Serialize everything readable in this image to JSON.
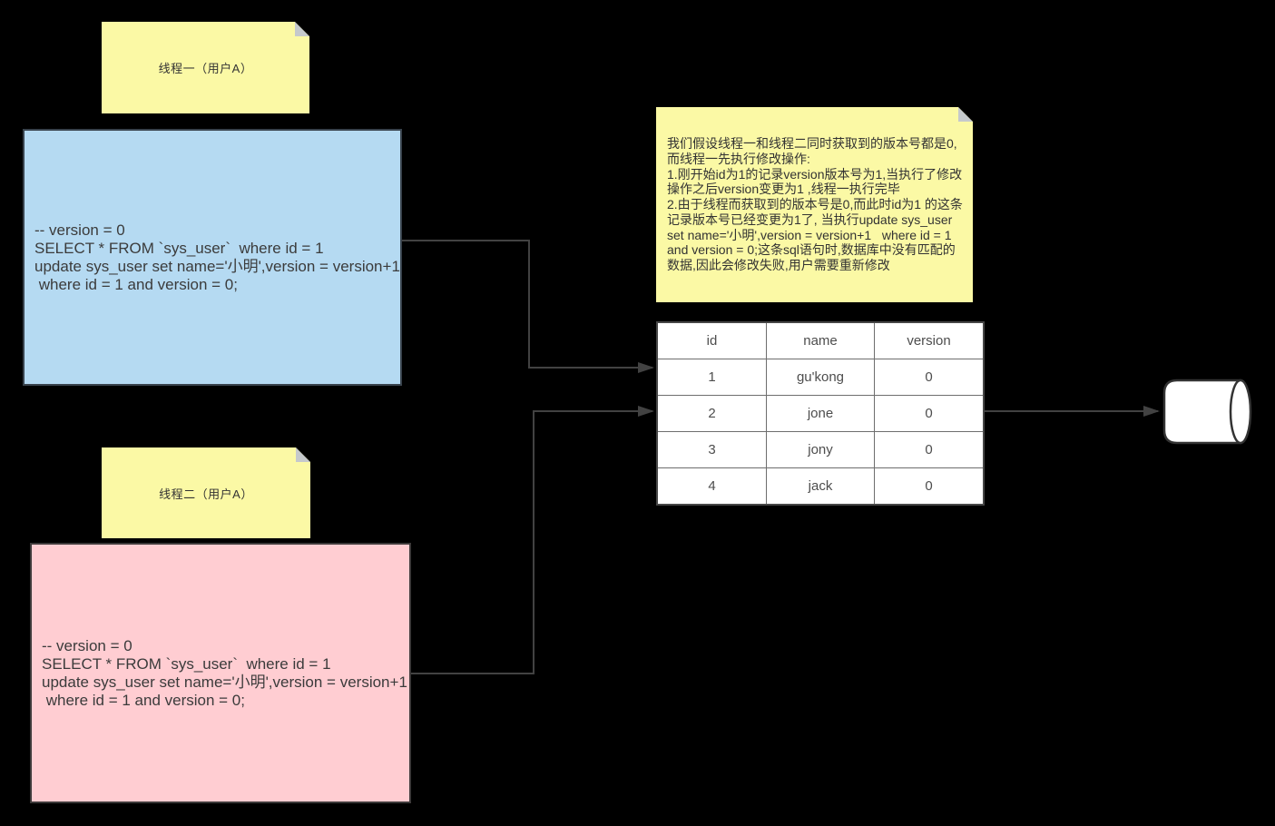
{
  "diagram": {
    "thread1_note": {
      "label": "线程一（用户A）"
    },
    "thread2_note": {
      "label": "线程二（用户A）"
    },
    "thread1_box": {
      "lines": [
        "-- version = 0",
        "SELECT * FROM `sys_user`  where id = 1",
        "update sys_user set name='小明',version = version+1",
        " where id = 1 and version = 0;"
      ]
    },
    "thread2_box": {
      "lines": [
        "-- version = 0",
        "SELECT * FROM `sys_user`  where id = 1",
        "update sys_user set name='小明',version = version+1",
        " where id = 1 and version = 0;"
      ]
    },
    "explanation_note": {
      "lines": [
        "我们假设线程一和线程二同时获取到的版本号都是0,",
        "而线程一先执行修改操作:",
        "1.刚开始id为1的记录version版本号为1,当执行了修改",
        "操作之后version变更为1 ,线程一执行完毕",
        "2.由于线程而获取到的版本号是0,而此时id为1 的这条",
        "记录版本号已经变更为1了, 当执行update sys_user",
        "set name='小明',version = version+1   where id = 1",
        "and version = 0;这条sql语句时,数据库中没有匹配的",
        "数据,因此会修改失败,用户需要重新修改"
      ]
    },
    "table": {
      "headers": [
        "id",
        "name",
        "version"
      ],
      "rows": [
        [
          "1",
          "gu'kong",
          "0"
        ],
        [
          "2",
          "jone",
          "0"
        ],
        [
          "3",
          "jony",
          "0"
        ],
        [
          "4",
          "jack",
          "0"
        ]
      ]
    },
    "icons": {
      "database": "database-cylinder-icon",
      "note_fold": "folded-corner-icon"
    },
    "colors": {
      "background": "#000000",
      "note_fill": "#FBF9A5",
      "note_fold": "#C5C9CC",
      "thread1_fill": "#B5DAF2",
      "thread1_border": "#39434D",
      "thread2_fill": "#FFCDD2",
      "thread2_border": "#3D3A3A",
      "table_fill": "#FFFFFF",
      "table_border": "#474747",
      "text": "#3B3B3B",
      "connector": "#424242",
      "database_fill": "#FFFFFF",
      "database_stroke": "#333333"
    }
  }
}
